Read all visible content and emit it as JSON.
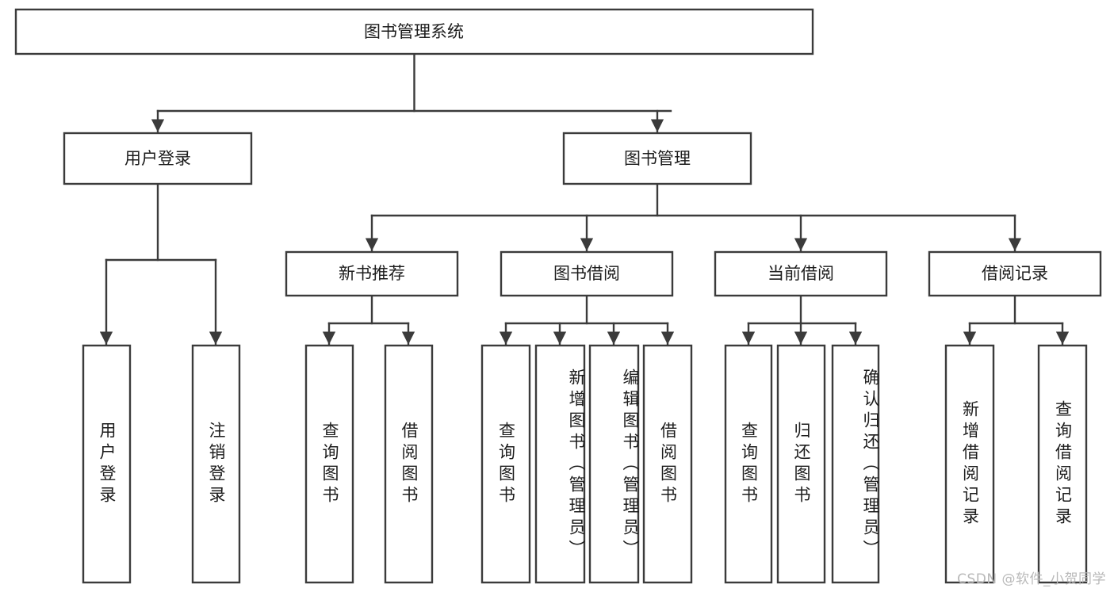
{
  "diagram": {
    "type": "tree-hierarchy",
    "title": "图书管理系统",
    "orientation": "top-down",
    "watermark": "CSDN @软件_小贺同学",
    "root": {
      "id": "root",
      "label": "图书管理系统",
      "shape": "rectangle",
      "text_direction": "horizontal"
    },
    "level2": [
      {
        "id": "user-login",
        "label": "用户登录",
        "shape": "rectangle",
        "text_direction": "horizontal"
      },
      {
        "id": "book-manage",
        "label": "图书管理",
        "shape": "rectangle",
        "text_direction": "horizontal"
      }
    ],
    "level3": [
      {
        "id": "new-book-rec",
        "label": "新书推荐",
        "parent": "book-manage"
      },
      {
        "id": "book-borrow",
        "label": "图书借阅",
        "parent": "book-manage"
      },
      {
        "id": "current-borrow",
        "label": "当前借阅",
        "parent": "book-manage"
      },
      {
        "id": "borrow-record",
        "label": "借阅记录",
        "parent": "book-manage"
      }
    ],
    "leaves": [
      {
        "id": "leaf-user-login",
        "label": "用户登录",
        "parent": "user-login",
        "text_direction": "vertical"
      },
      {
        "id": "leaf-user-logout",
        "label": "注销登录",
        "parent": "user-login",
        "text_direction": "vertical"
      },
      {
        "id": "leaf-query-book-rec",
        "label": "查询图书",
        "parent": "new-book-rec",
        "text_direction": "vertical"
      },
      {
        "id": "leaf-borrow-book-rec",
        "label": "借阅图书",
        "parent": "new-book-rec",
        "text_direction": "vertical"
      },
      {
        "id": "leaf-query-book-borrow",
        "label": "查询图书",
        "parent": "book-borrow",
        "text_direction": "vertical"
      },
      {
        "id": "leaf-add-book-admin",
        "label": "新增图书（管理员）",
        "parent": "book-borrow",
        "text_direction": "vertical"
      },
      {
        "id": "leaf-edit-book-admin",
        "label": "编辑图书（管理员）",
        "parent": "book-borrow",
        "text_direction": "vertical"
      },
      {
        "id": "leaf-borrow-book",
        "label": "借阅图书",
        "parent": "book-borrow",
        "text_direction": "vertical"
      },
      {
        "id": "leaf-query-book-current",
        "label": "查询图书",
        "parent": "current-borrow",
        "text_direction": "vertical"
      },
      {
        "id": "leaf-return-book",
        "label": "归还图书",
        "parent": "current-borrow",
        "text_direction": "vertical"
      },
      {
        "id": "leaf-confirm-return-admin",
        "label": "确认归还（管理员）",
        "parent": "current-borrow",
        "text_direction": "vertical"
      },
      {
        "id": "leaf-add-borrow-record",
        "label": "新增借阅记录",
        "parent": "borrow-record",
        "text_direction": "vertical"
      },
      {
        "id": "leaf-query-borrow-record",
        "label": "查询借阅记录",
        "parent": "borrow-record",
        "text_direction": "vertical"
      }
    ],
    "colors": {
      "stroke": "#3b3b3b",
      "fill": "#ffffff",
      "text": "#1c1c1c",
      "watermark": "#b9b9b9",
      "background": "#ffffff"
    }
  }
}
